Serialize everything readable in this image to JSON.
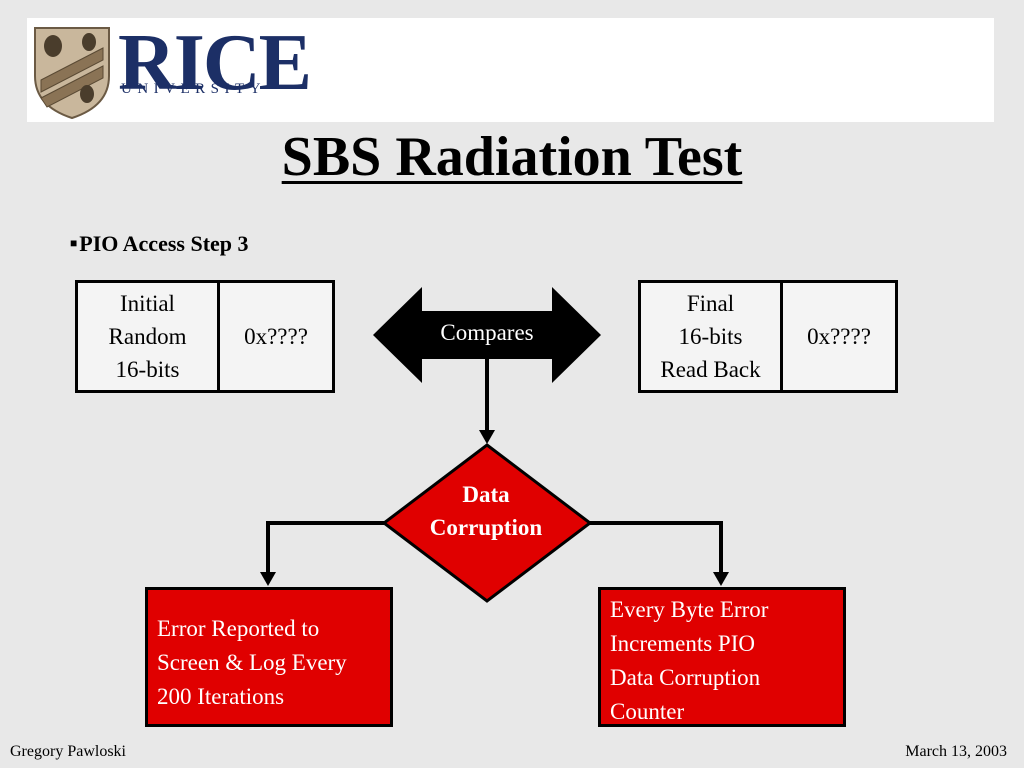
{
  "logo": {
    "word": "RICE",
    "subtitle": "UNIVERSITY"
  },
  "title": "SBS Radiation Test",
  "bullet": "PIO Access Step 3",
  "left_box": {
    "label_lines": [
      "Initial",
      "Random",
      "16-bits"
    ],
    "value": "0x????"
  },
  "right_box": {
    "label_lines": [
      "Final",
      "16-bits",
      "Read Back"
    ],
    "value": "0x????"
  },
  "compare_arrow": {
    "label": "Compares"
  },
  "decision": {
    "lines": [
      "Data",
      "Corruption"
    ]
  },
  "outcome_left": {
    "lines": [
      "Error Reported to",
      "Screen & Log Every",
      "200 Iterations"
    ]
  },
  "outcome_right": {
    "lines": [
      "Every Byte Error",
      "Increments PIO",
      "Data Corruption",
      "Counter"
    ]
  },
  "footer": {
    "author": "Gregory Pawloski",
    "date": "March 13, 2003"
  },
  "colors": {
    "red": "#e00000",
    "black": "#000000",
    "logo_blue": "#1c2f66",
    "background": "#e8e8e8"
  }
}
